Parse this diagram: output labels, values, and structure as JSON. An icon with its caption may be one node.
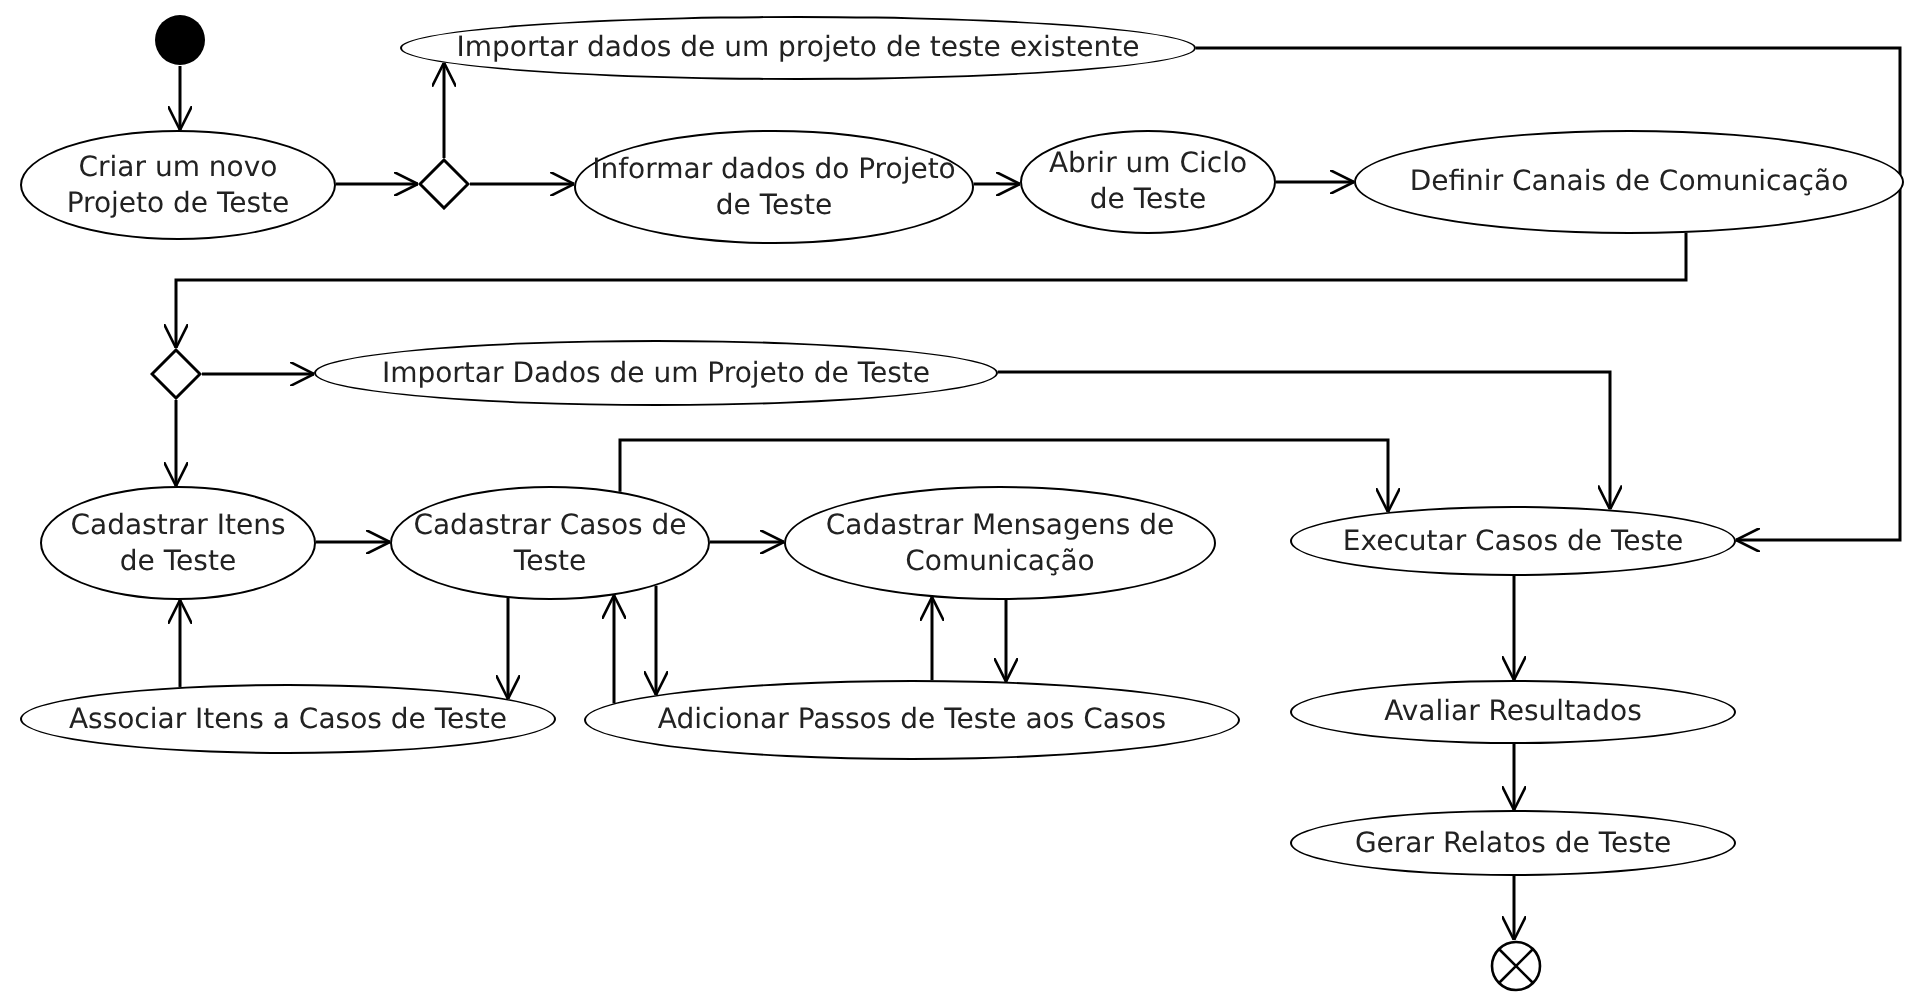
{
  "diagram": {
    "nodes": [
      {
        "text": [],
        "shape": "dot"
      },
      {
        "text": [
          "Criar um novo Projeto de Teste"
        ]
      },
      {
        "text": [],
        "shape": "diamond"
      },
      {
        "text": [
          "Importar dados de um projeto de teste existente"
        ]
      },
      {
        "text": [
          "Informar dados do Projeto de Teste"
        ]
      },
      {
        "text": [
          "Abrir um Ciclo de Teste"
        ]
      },
      {
        "text": [
          "Definir Canais de Comunicação"
        ]
      },
      {
        "text": [],
        "shape": "diamond"
      },
      {
        "text": [
          "Importar Dados de um Projeto de Teste"
        ]
      },
      {
        "text": [
          "Cadastrar Itens de Teste"
        ]
      },
      {
        "text": [
          "Cadastrar Casos de Teste"
        ]
      },
      {
        "text": [
          "Cadastrar Mensagens de Comunicação"
        ]
      },
      {
        "text": [
          "Associar Itens a Casos de Teste"
        ]
      },
      {
        "text": [
          "Adicionar Passos de Teste aos Casos"
        ]
      },
      {
        "text": [
          "Executar Casos de Teste"
        ]
      },
      {
        "text": [
          "Avaliar Resultados"
        ]
      },
      {
        "text": [
          "Gerar Relatos de Teste"
        ]
      },
      {
        "text": [],
        "shape": "crossed-circle"
      }
    ],
    "edges": [
      {
        "from": 0,
        "to": 1,
        "arrow": "to"
      },
      {
        "from": 1,
        "to": 2,
        "arrow": "to"
      },
      {
        "from": 2,
        "to": 3,
        "arrow": "to"
      },
      {
        "from": 2,
        "to": 4,
        "arrow": "to"
      },
      {
        "from": 4,
        "to": 5,
        "arrow": "to"
      },
      {
        "from": 5,
        "to": 6,
        "arrow": "to"
      },
      {
        "from": 6,
        "to": 7,
        "arrow": "to"
      },
      {
        "from": 7,
        "to": 8,
        "arrow": "to"
      },
      {
        "from": 7,
        "to": 9,
        "arrow": "to"
      },
      {
        "from": 9,
        "to": 10,
        "arrow": "to"
      },
      {
        "from": 10,
        "to": 11,
        "arrow": "to"
      },
      {
        "from": 10,
        "to": 12,
        "arrow": "to"
      },
      {
        "from": 12,
        "to": 9,
        "arrow": "to"
      },
      {
        "from": 13,
        "to": 10,
        "arrow": "to"
      },
      {
        "from": 10,
        "to": 13,
        "arrow": "to"
      },
      {
        "from": 13,
        "to": 11,
        "arrow": "to"
      },
      {
        "from": 11,
        "to": 13,
        "arrow": "to"
      },
      {
        "from": 10,
        "to": 14,
        "arrow": "to"
      },
      {
        "from": 8,
        "to": 14,
        "arrow": "to"
      },
      {
        "from": 3,
        "to": 14,
        "arrow": "to"
      },
      {
        "from": 14,
        "to": 15,
        "arrow": "to"
      },
      {
        "from": 15,
        "to": 16,
        "arrow": "to"
      },
      {
        "from": 16,
        "to": 17,
        "arrow": "to"
      }
    ]
  }
}
